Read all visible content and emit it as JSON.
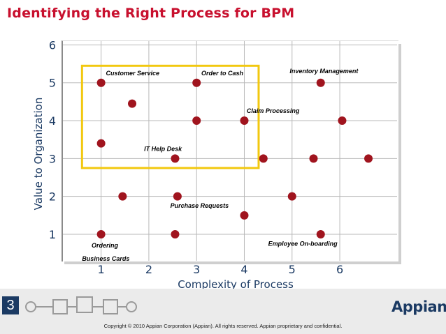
{
  "slide": {
    "title": "Identifying the Right Process for BPM",
    "page_number": "3",
    "footer": "Copyright © 2010 Appian Corporation (Appian). All rights reserved. Appian proprietary and confidential.",
    "logo_text": "Appian"
  },
  "colors": {
    "title": "#c8102e",
    "point": "#a0141e",
    "highlight_box": "#f2c80f",
    "axis_text": "#1b3a63",
    "label_text": "#000000"
  },
  "chart_data": {
    "type": "scatter",
    "title": "",
    "xlabel": "Complexity of Process",
    "ylabel": "Value to Organization",
    "xlim": [
      0.2,
      7.2
    ],
    "ylim": [
      0.3,
      6.1
    ],
    "x_ticks": [
      1,
      2,
      3,
      4,
      5,
      6
    ],
    "y_ticks": [
      1,
      2,
      3,
      4,
      5,
      6
    ],
    "grid": true,
    "points": [
      {
        "x": 1.0,
        "y": 5.0
      },
      {
        "x": 1.65,
        "y": 4.45
      },
      {
        "x": 3.0,
        "y": 5.0
      },
      {
        "x": 3.0,
        "y": 4.0
      },
      {
        "x": 4.0,
        "y": 4.0
      },
      {
        "x": 5.6,
        "y": 5.0
      },
      {
        "x": 6.05,
        "y": 4.0
      },
      {
        "x": 1.0,
        "y": 3.4
      },
      {
        "x": 2.55,
        "y": 3.0
      },
      {
        "x": 4.4,
        "y": 3.0
      },
      {
        "x": 5.45,
        "y": 3.0
      },
      {
        "x": 6.6,
        "y": 3.0
      },
      {
        "x": 1.45,
        "y": 2.0
      },
      {
        "x": 2.6,
        "y": 2.0
      },
      {
        "x": 5.0,
        "y": 2.0
      },
      {
        "x": 4.0,
        "y": 1.5
      },
      {
        "x": 1.0,
        "y": 1.0
      },
      {
        "x": 2.55,
        "y": 1.0
      },
      {
        "x": 5.6,
        "y": 1.0
      }
    ],
    "annotations": [
      {
        "text": "Customer Service",
        "x": 1.1,
        "y": 5.2
      },
      {
        "text": "Order to Cash",
        "x": 3.1,
        "y": 5.2
      },
      {
        "text": "Inventory Management",
        "x": 4.95,
        "y": 5.25
      },
      {
        "text": "Claim Processing",
        "x": 4.05,
        "y": 4.2
      },
      {
        "text": "IT Help Desk",
        "x": 1.9,
        "y": 3.2
      },
      {
        "text": "Purchase Requests",
        "x": 2.45,
        "y": 1.7
      },
      {
        "text": "Employee On-boarding",
        "x": 4.5,
        "y": 0.7
      },
      {
        "text": "Ordering",
        "x": 0.8,
        "y": 0.65
      },
      {
        "text": "Business Cards",
        "x": 0.6,
        "y": 0.3
      }
    ],
    "highlight_region": {
      "x_range": [
        0.6,
        4.3
      ],
      "y_range": [
        2.75,
        5.45
      ]
    }
  }
}
